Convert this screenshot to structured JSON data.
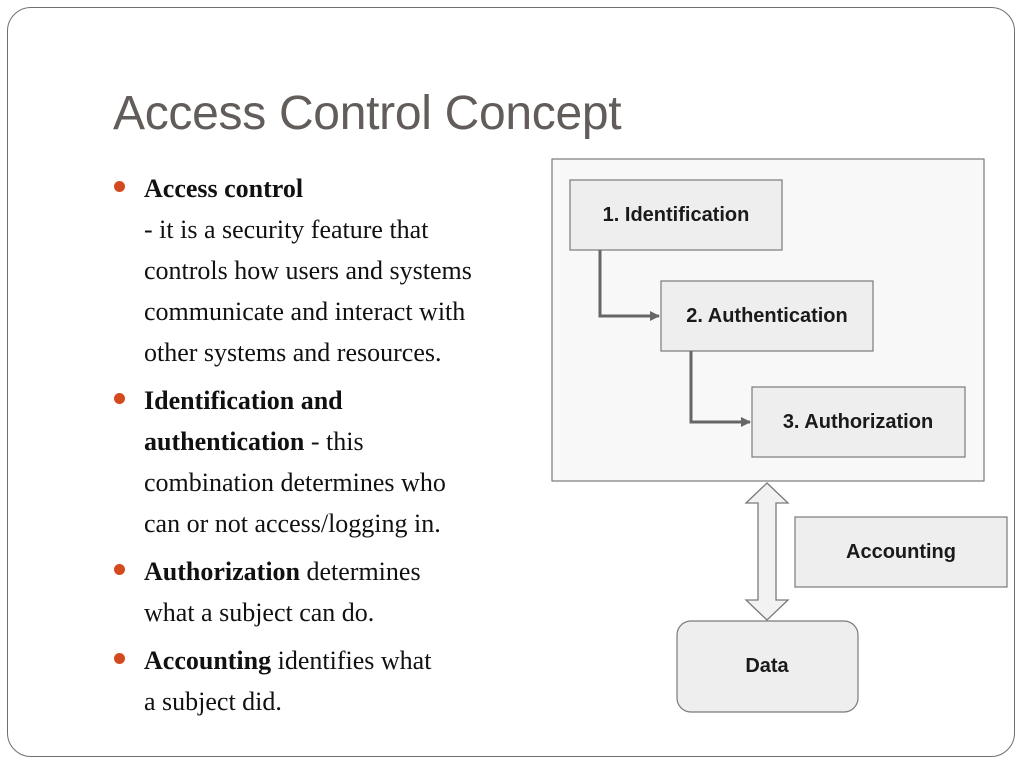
{
  "slide": {
    "title": "Access Control Concept"
  },
  "bullets": [
    {
      "term": "Access control",
      "lines": [
        "",
        "- it is a security feature that",
        "controls how users and systems",
        "communicate and interact with",
        "other systems and resources."
      ]
    },
    {
      "term_lines": [
        "Identification and",
        "authentication"
      ],
      "text_after_term": " - this",
      "lines": [
        "combination determines who",
        "can or not access/logging in."
      ]
    },
    {
      "term": "Authorization",
      "text_after_term": " determines",
      "lines": [
        "what a subject can do."
      ]
    },
    {
      "term": "Accounting",
      "text_after_term": " identifies what",
      "lines": [
        "a subject did."
      ]
    }
  ],
  "diagram": {
    "steps": [
      {
        "label": "1. Identification"
      },
      {
        "label": "2. Authentication"
      },
      {
        "label": "3. Authorization"
      }
    ],
    "accounting_label": "Accounting",
    "data_label": "Data",
    "colors": {
      "box_fill": "#eeeeee",
      "container_fill": "#f8f8f8",
      "border": "#7a7a7a",
      "connector": "#666666",
      "bullet": "#d44a1f",
      "title": "#625c5a"
    }
  }
}
